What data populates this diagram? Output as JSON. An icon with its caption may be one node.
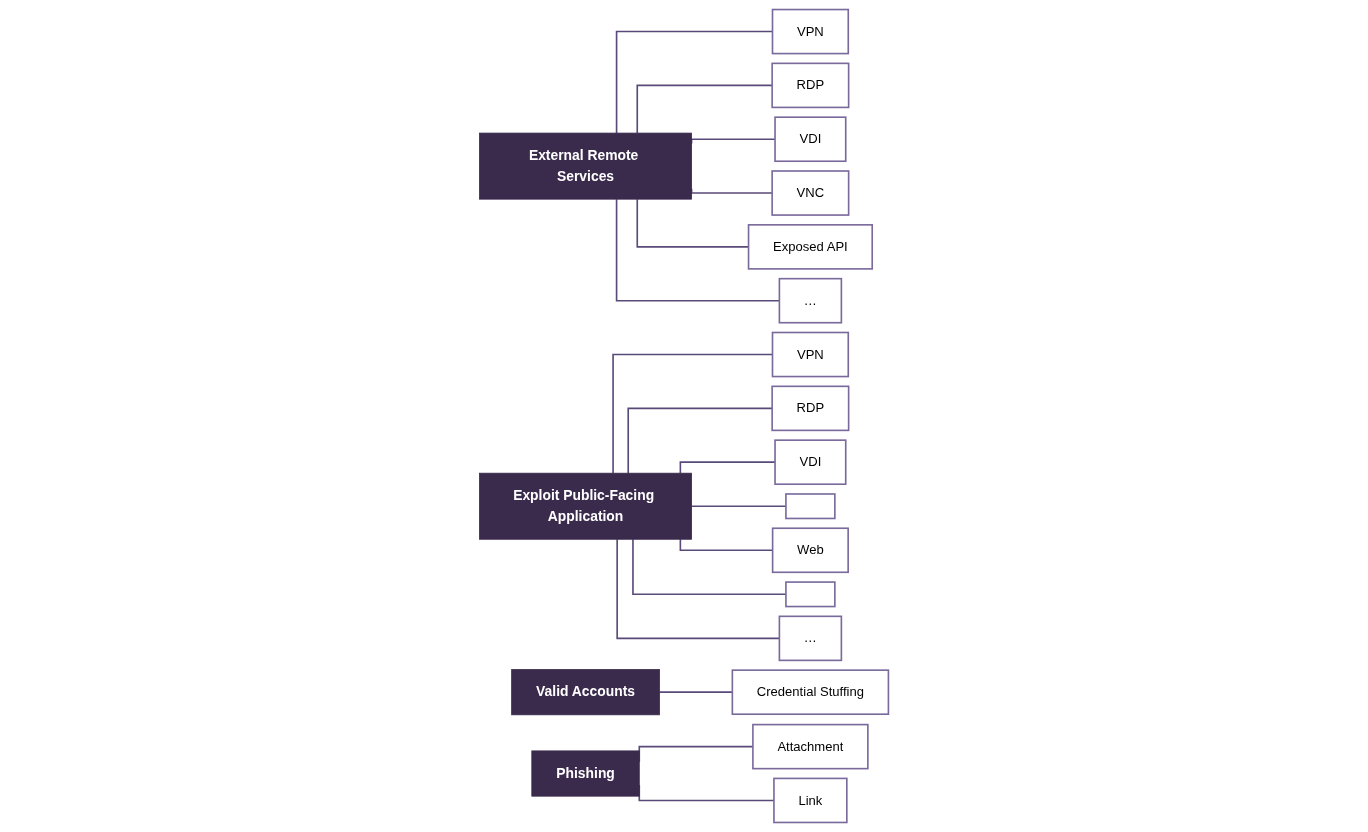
{
  "diagram": {
    "nodes": [
      {
        "text": [
          "External Remote Services"
        ]
      },
      {
        "text": [
          "VPN"
        ]
      },
      {
        "text": [
          "RDP"
        ]
      },
      {
        "text": [
          "VDI"
        ]
      },
      {
        "text": [
          "VNC"
        ]
      },
      {
        "text": [
          "Exposed API"
        ]
      },
      {
        "text": [
          "…"
        ]
      },
      {
        "text": [
          "Exploit Public-Facing Application"
        ]
      },
      {
        "text": [
          "VPN"
        ]
      },
      {
        "text": [
          "RDP"
        ]
      },
      {
        "text": [
          "VDI"
        ]
      },
      {
        "text": [],
        "shape": "box"
      },
      {
        "text": [
          "Web"
        ]
      },
      {
        "text": [],
        "shape": "box"
      },
      {
        "text": [
          "…"
        ]
      },
      {
        "text": [
          "Valid Accounts"
        ]
      },
      {
        "text": [
          "Credential Stuffing"
        ]
      },
      {
        "text": [
          "Phishing"
        ]
      },
      {
        "text": [
          "Attachment"
        ]
      },
      {
        "text": [
          "Link"
        ]
      }
    ],
    "edges": [
      {
        "from": 0,
        "to": 1,
        "arrow": "none"
      },
      {
        "from": 0,
        "to": 2,
        "arrow": "none"
      },
      {
        "from": 0,
        "to": 3,
        "arrow": "none"
      },
      {
        "from": 0,
        "to": 4,
        "arrow": "none"
      },
      {
        "from": 0,
        "to": 5,
        "arrow": "none"
      },
      {
        "from": 0,
        "to": 6,
        "arrow": "none"
      },
      {
        "from": 7,
        "to": 8,
        "arrow": "none"
      },
      {
        "from": 7,
        "to": 9,
        "arrow": "none"
      },
      {
        "from": 7,
        "to": 10,
        "arrow": "none"
      },
      {
        "from": 7,
        "to": 11,
        "arrow": "none"
      },
      {
        "from": 7,
        "to": 12,
        "arrow": "none"
      },
      {
        "from": 7,
        "to": 13,
        "arrow": "none"
      },
      {
        "from": 7,
        "to": 14,
        "arrow": "none"
      },
      {
        "from": 15,
        "to": 16,
        "arrow": "none"
      },
      {
        "from": 17,
        "to": 18,
        "arrow": "none"
      },
      {
        "from": 17,
        "to": 19,
        "arrow": "none"
      }
    ]
  }
}
